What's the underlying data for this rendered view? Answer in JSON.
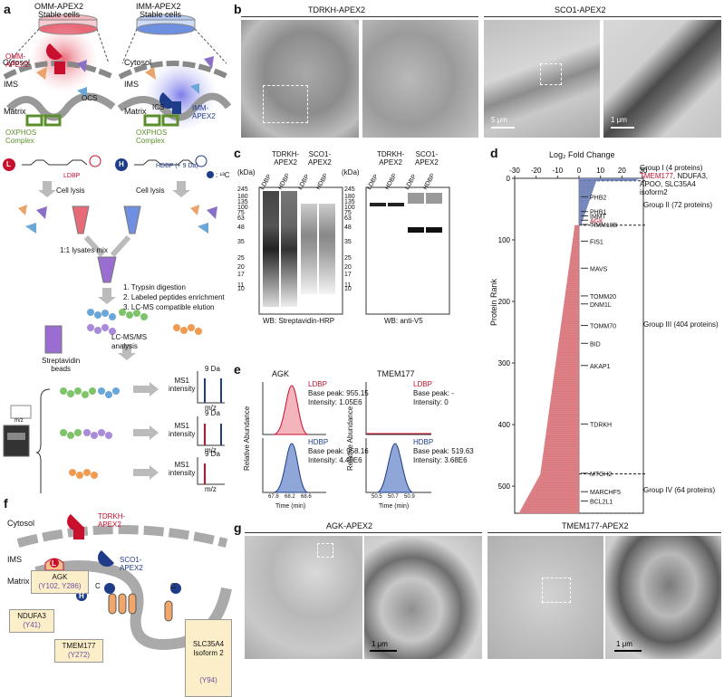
{
  "panels": {
    "a": "a",
    "b": "b",
    "c": "c",
    "d": "d",
    "e": "e",
    "f": "f",
    "g": "g"
  },
  "panel_a": {
    "omm_title": "OMM-APEX2",
    "omm_sub": "Stable cells",
    "imm_title": "IMM-APEX2",
    "imm_sub": "Stable cells",
    "cytosol": "Cytosol",
    "cytosol2": "Cytosol",
    "ims": "IMS",
    "ims2": "IMS",
    "matrix": "Matrix",
    "matrix2": "Matrix",
    "omm_apex": "OMM-\nAPEX2",
    "ocs": "OCS",
    "ics": "ICS",
    "imm_apex": "IMM-\nAPEX2",
    "oxphos": "OXPHOS\nComplex",
    "oxphos2": "OXPHOS\nComplex",
    "l_badge": "L",
    "h_badge": "H",
    "ldbp": "LDBP",
    "hdbp": "HDBP (+ 9 Da)",
    "c13": ": ¹³C",
    "cell_lysis": "Cell lysis",
    "cell_lysis2": "Cell lysis",
    "mix": "1:1 lysates mix",
    "steps": [
      "1.  Trypsin digestion",
      "2.  Labeled peptides enrichment",
      "3.  LC-MS compatible elution"
    ],
    "beads": "Streptavidin\nbeads",
    "lcms": "LC-MS/MS\nanalysis",
    "ms1": "MS1\nintensity",
    "da9": "9 Da",
    "mz": "m/z",
    "mz_small": "m/z"
  },
  "panel_b": {
    "title1": "TDRKH-APEX2",
    "title2": "SCO1-APEX2",
    "scale1": "5 μm",
    "scale2": "1 μm"
  },
  "panel_c": {
    "kda": "(kDa)",
    "markers": [
      "245",
      "180",
      "135",
      "100",
      "75",
      "63",
      "48",
      "35",
      "25",
      "20",
      "17",
      "11",
      "10"
    ],
    "group1": "TDRKH-\nAPEX2",
    "group2": "SCO1-\nAPEX2",
    "lanes": [
      "LDBP",
      "HDBP",
      "LDBP",
      "HDBP"
    ],
    "wb1": "WB: Streptavidin-HRP",
    "wb2": "WB: anti-V5"
  },
  "panel_d": {
    "axis_title": "Log₂ Fold Change",
    "ylabel": "Protein Rank",
    "xticks": [
      "-30",
      "-20",
      "-10",
      "0",
      "10",
      "20",
      "30"
    ],
    "yticks": [
      "0",
      "100",
      "200",
      "300",
      "400",
      "500"
    ],
    "group1": "Group I (4 proteins)",
    "group1_list_red": "TMEM177",
    "group1_list": ", NDUFA3,\nAPOO, SLC35A4\nisoform2",
    "group2": "Group II (72 proteins)",
    "group3": "Group III (404 proteins)",
    "group4": "Group IV (64 proteins)",
    "genes": [
      {
        "name": "PHB2",
        "rank": 30,
        "red": false
      },
      {
        "name": "PHB1",
        "rank": 54,
        "red": false
      },
      {
        "name": "IMMT",
        "rank": 61,
        "red": false
      },
      {
        "name": "AGK",
        "rank": 68,
        "red": true
      },
      {
        "name": "TIMM10B",
        "rank": 75,
        "red": false
      },
      {
        "name": "FIS1",
        "rank": 102,
        "red": false
      },
      {
        "name": "MAVS",
        "rank": 146,
        "red": false
      },
      {
        "name": "TOMM20",
        "rank": 191,
        "red": false
      },
      {
        "name": "DNM1L",
        "rank": 204,
        "red": false
      },
      {
        "name": "TOMM70",
        "rank": 239,
        "red": false
      },
      {
        "name": "BID",
        "rank": 268,
        "red": false
      },
      {
        "name": "AKAP1",
        "rank": 304,
        "red": false
      },
      {
        "name": "TDRKH",
        "rank": 399,
        "red": false
      },
      {
        "name": "MTCH2",
        "rank": 479,
        "red": false
      },
      {
        "name": "MARCHF5",
        "rank": 509,
        "red": false
      },
      {
        "name": "BCL2L1",
        "rank": 524,
        "red": false
      }
    ]
  },
  "chart_data": {
    "type": "bar",
    "title": "",
    "xlabel": "Log₂ Fold Change",
    "ylabel": "Protein Rank",
    "xlim": [
      -30,
      30
    ],
    "ylim": [
      0,
      544
    ],
    "series": [
      {
        "name": "Group I (4 proteins)",
        "rank_range": [
          1,
          4
        ],
        "approx_log2fc": 28
      },
      {
        "name": "Group II (72 proteins)",
        "rank_range": [
          5,
          76
        ],
        "approx_log2fc_range": [
          1,
          8
        ]
      },
      {
        "name": "Group III (404 proteins)",
        "rank_range": [
          77,
          480
        ],
        "approx_log2fc_range": [
          -2,
          -18
        ]
      },
      {
        "name": "Group IV (64 proteins)",
        "rank_range": [
          481,
          544
        ],
        "approx_log2fc_range": [
          -18,
          -28
        ]
      }
    ]
  },
  "panel_e": {
    "agk_title": "AGK",
    "tmem_title": "TMEM177",
    "ylabel": "Relative Abundance",
    "ldbp": "LDBP",
    "hdbp": "HDBP",
    "agk_ldbp_peak": "Base peak: 955.15",
    "agk_ldbp_int": "Intensity: 1.05E6",
    "agk_hdbp_peak": "Base peak: 958.16",
    "agk_hdbp_int": "Intensity: 4.40E6",
    "tm_ldbp_peak": "Base peak: -",
    "tm_ldbp_int": "Intensity: 0",
    "tm_hdbp_peak": "Base peak: 519.63",
    "tm_hdbp_int": "Intensity: 3.68E6",
    "agk_xticks": [
      "67.8",
      "68.2",
      "68.6"
    ],
    "tm_xticks": [
      "50.5",
      "50.7",
      "50.9"
    ],
    "xlabel": "Time (min)"
  },
  "panel_f": {
    "cytosol": "Cytosol",
    "ims": "IMS",
    "matrix": "Matrix",
    "tdrkh": "TDRKH-\nAPEX2",
    "sco1": "SCO1-\nAPEX2",
    "agk": "AGK",
    "agk_sites": "(Y102, Y286)",
    "ndufa3": "NDUFA3",
    "ndufa3_site": "(Y41)",
    "tmem177": "TMEM177",
    "tmem177_site": "(Y272)",
    "slc": "SLC35A4\nIsoform 2",
    "slc_site": "(Y94)",
    "c": "C",
    "h": "H",
    "l": "L"
  },
  "panel_g": {
    "title1": "AGK-APEX2",
    "title2": "TMEM177-APEX2",
    "scale": "1 μm",
    "scale2": "1 μm"
  },
  "colors": {
    "red": "#c8102e",
    "blue": "#1f3c88",
    "bar_red": "#d9777d",
    "bar_blue": "#6f81b8",
    "green": "#5c8f2c"
  }
}
